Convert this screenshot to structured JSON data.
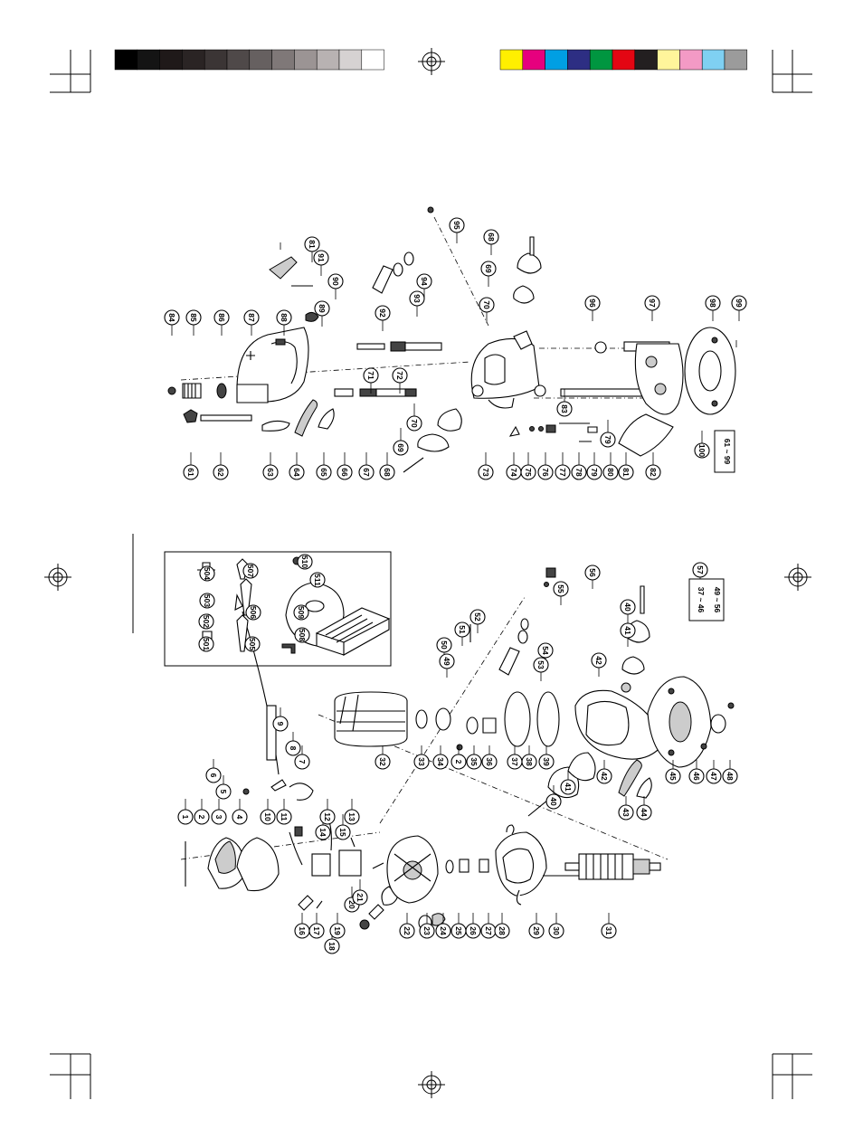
{
  "sheet": {
    "grayscale_bar": [
      "#000000",
      "#141414",
      "#1f1919",
      "#2a2424",
      "#3b3535",
      "#4f4949",
      "#666060",
      "#7f7878",
      "#9b9494",
      "#b8b2b2",
      "#d6d2d2",
      "#ffffff"
    ],
    "color_bar": [
      "#ffef00",
      "#e6007e",
      "#009fe3",
      "#2d2e83",
      "#009640",
      "#e30613",
      "#231f20",
      "#fff59b",
      "#f39ac5",
      "#7fd0f2",
      "#9b9b9b"
    ]
  },
  "upper_assembly": {
    "labels": [
      "61",
      "62",
      "63",
      "64",
      "65",
      "66",
      "67",
      "68",
      "69",
      "70",
      "73",
      "74",
      "75",
      "76",
      "77",
      "78",
      "79",
      "79",
      "80",
      "81",
      "82",
      "83",
      "84",
      "85",
      "86",
      "87",
      "88",
      "89",
      "90",
      "91",
      "81",
      "71",
      "72",
      "92",
      "93",
      "94",
      "95",
      "70",
      "69",
      "68",
      "96",
      "97",
      "98",
      "99",
      "100"
    ],
    "group_range": {
      "from": "61",
      "sep": "~",
      "to": "99"
    }
  },
  "lower_assembly": {
    "labels": [
      "1",
      "2",
      "3",
      "4",
      "5",
      "6",
      "7",
      "8",
      "9",
      "10",
      "11",
      "12",
      "13",
      "14",
      "15",
      "16",
      "17",
      "18",
      "19",
      "20",
      "21",
      "22",
      "23",
      "24",
      "25",
      "26",
      "27",
      "28",
      "29",
      "30",
      "31",
      "32",
      "33",
      "34",
      "2",
      "35",
      "36",
      "37",
      "38",
      "39",
      "40",
      "41",
      "42",
      "43",
      "44",
      "45",
      "46",
      "47",
      "48",
      "49",
      "50",
      "51",
      "52",
      "53",
      "54",
      "55",
      "56",
      "40",
      "41",
      "42"
    ],
    "group_range": [
      {
        "from": "37",
        "sep": "~",
        "to": "46"
      },
      {
        "from": "49",
        "sep": "~",
        "to": "56"
      }
    ],
    "group_number": "57"
  },
  "accessories": {
    "labels": [
      "501",
      "502",
      "503",
      "504",
      "505",
      "506",
      "507",
      "508",
      "509",
      "510",
      "511"
    ]
  }
}
